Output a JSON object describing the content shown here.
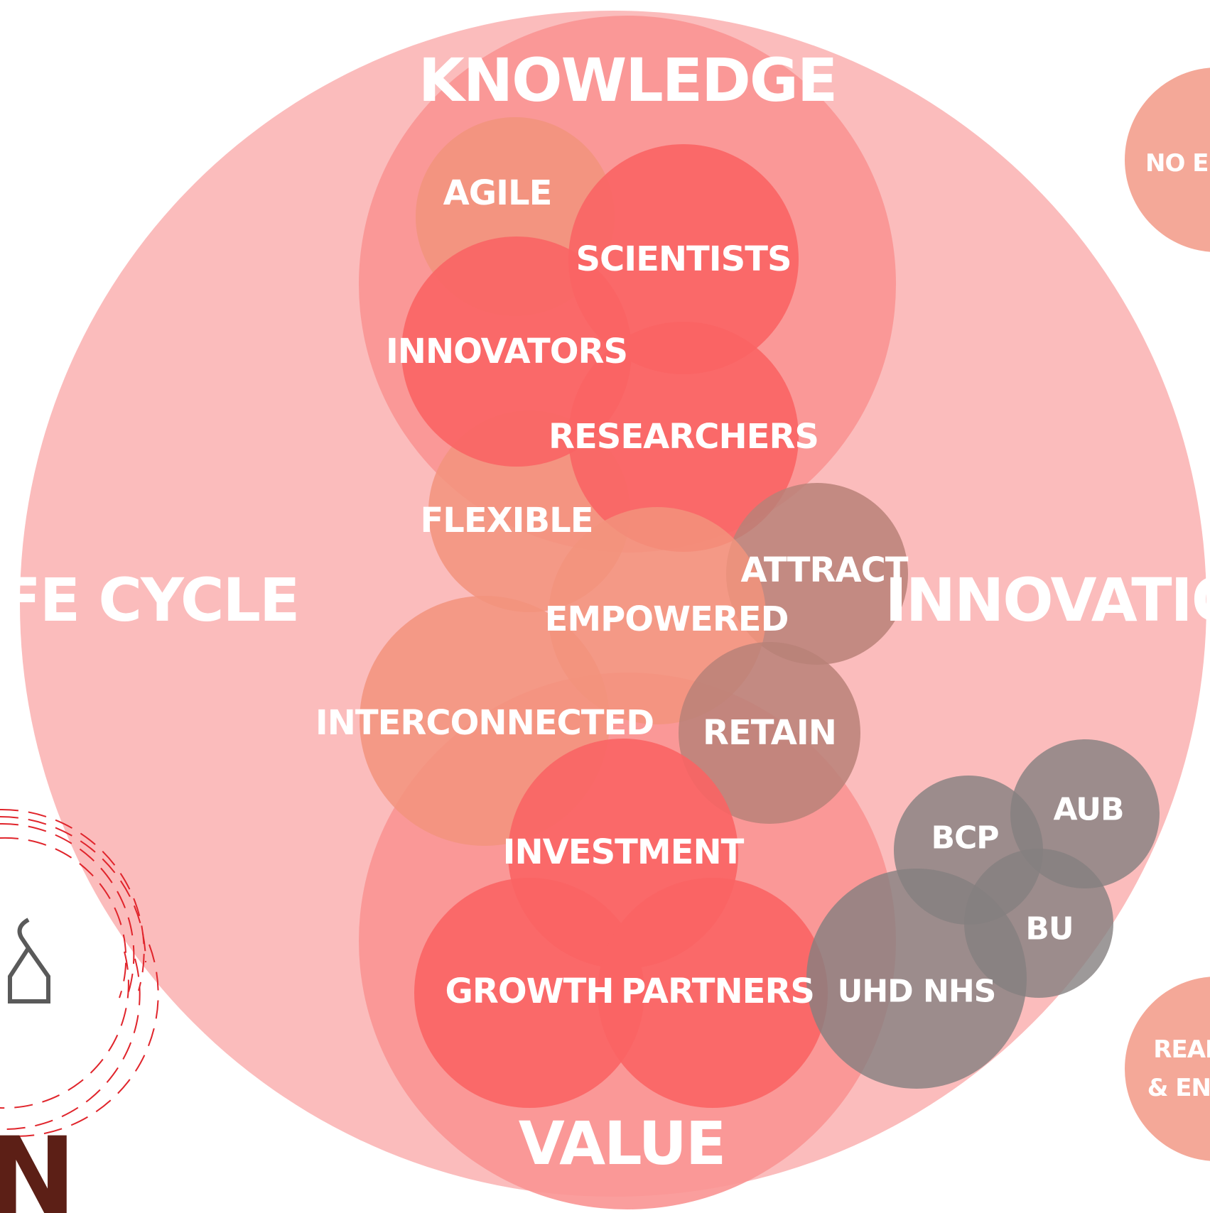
{
  "labels": {
    "knowledge": "KNOWLEDGE",
    "value": "VALUE",
    "life_cycle": "LIFE CYCLE",
    "innovation": "INNOVATION",
    "agile": "AGILE",
    "scientists": "SCIENTISTS",
    "innovators": "INNOVATORS",
    "researchers": "RESEARCHERS",
    "flexible": "FLEXIBLE",
    "empowered": "EMPOWERED",
    "attract": "ATTRACT",
    "retain": "RETAIN",
    "interconnected": "INTERCONNECTED",
    "investment": "INVESTMENT",
    "growth": "GROWTH",
    "partners": "PARTNERS",
    "bcp": "BCP",
    "aub": "AUB",
    "bu": "BU",
    "uhd_nhs": "UHD NHS",
    "no_en": "NO EN",
    "real": "REAL",
    "env": "& ENV",
    "logo_fragment": "N"
  },
  "colors": {
    "outer": "#fbbcbc",
    "group": "#f99392",
    "red": "#f96464",
    "salmon": "#f2937d",
    "brown": "#b98178",
    "grey": "#858080",
    "edge": "#f4a898",
    "logo": "#5c1f16",
    "dashes": "#e0242b"
  }
}
